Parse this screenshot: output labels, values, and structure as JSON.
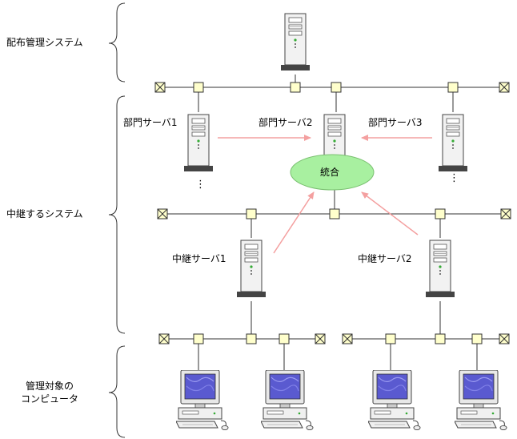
{
  "tiers": {
    "distribution": "配布管理システム",
    "relay": "中継するシステム",
    "managed_line1": "管理対象の",
    "managed_line2": "コンピュータ"
  },
  "servers": {
    "dept1": "部門サーバ1",
    "dept2": "部門サーバ2",
    "dept3": "部門サーバ3",
    "relay1": "中継サーバ1",
    "relay2": "中継サーバ2"
  },
  "integration_label": "統合",
  "ellipsis": "⋮",
  "colors": {
    "node_fill": "#ffffcc",
    "arrow": "#f4a0a0",
    "integration_fill": "#a8f0a0",
    "monitor_screen": "#5a5ad0"
  }
}
